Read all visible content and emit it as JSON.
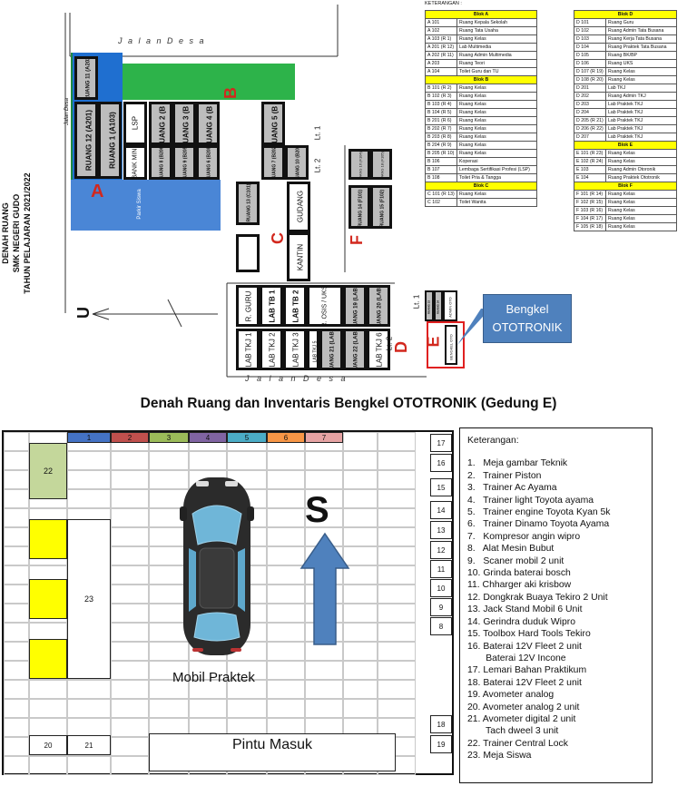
{
  "keterangan_title": "KETERANGAN :",
  "side_title": [
    "DENAH RUANG",
    "SMK NEGERI GUDO",
    "TAHUN PELAJARAN 2021/2022"
  ],
  "street_top": "J a l a n   D e s a",
  "street_left": "Jalan Desa",
  "street_bottom": "J a l a n   D e s a",
  "compass": "U",
  "parkir": "Parkir Siswa",
  "blocks": {
    "A": "A",
    "B": "B",
    "C": "C",
    "D": "D",
    "E": "E",
    "F": "F"
  },
  "rooms": {
    "r11": "RUANG 11 (A202)",
    "r12": "RUANG 12 (A201)",
    "r1": "RUANG 1 (A103)",
    "lsp": "LSP",
    "bank": "BANK MINI",
    "r2": "RUANG 2 (B 101)",
    "r3": "RUANG 3 (B 102)",
    "r4": "RUANG 4 (B 103)",
    "r8": "RUANG 8 (B206)",
    "r9": "RUANG 9 (B205)",
    "r6": "RUANG 6 (B208)",
    "r5": "RUANG 5 (B 104)",
    "r7": "RUANG 7 (B202)",
    "r10": "RUANG 10 (B201)",
    "lt1": "Lt. 1",
    "lt2": "Lt. 2",
    "r13": "RUANG 13 (C101)",
    "gudang": "GUDANG",
    "kantin": "KANTIN",
    "r16": "RUANG 16 (F104)",
    "r18": "RUANG 18 (F105)",
    "r14": "RUANG 14 (F101)",
    "r15": "RUANG 15 (F102)",
    "rguru": "R. GURU",
    "labtb1": "LAB TB 1",
    "labtb2": "LAB TB 2",
    "uks": "R. OSIS / UKS / PASKIB",
    "r19": "RUANG 19 (LAB TKJ 4)",
    "r20": "RUANG 20 (LAB TKJ 4)",
    "labtkj1": "LAB TKJ 1",
    "labtkj2": "LAB TKJ 2",
    "labtkj3": "LAB TKJ 3",
    "r21": "RUANG 21 (LAB TKJ 4)",
    "r22": "RUANG 22 (LAB TKJ 4)",
    "labtkj5": "LAB TKJ 5",
    "labtkj6": "LAB TKJ 6",
    "eroom1": "RUANG 23",
    "eroom2": "RUANG 24",
    "admin_oto": "ADMIN OTO",
    "bengkel_oto": "BENGKEL OTO"
  },
  "callout": [
    "Bengkel",
    "OTOTRONIK"
  ],
  "legend_tables": {
    "left": [
      {
        "h": "Blok A"
      },
      [
        "A 101",
        "Ruang Kepala Sekolah"
      ],
      [
        "A 102",
        "Ruang Tata Usaha"
      ],
      [
        "A 103 (R 1)",
        "Ruang Kelas"
      ],
      [
        "A 201 (R 12)",
        "Lab Multimedia"
      ],
      [
        "A 202 (R 11)",
        "Ruang Admin Multimedia"
      ],
      [
        "A 203",
        "Ruang Teori"
      ],
      [
        "A 104",
        "Toilet Guru dan TU"
      ],
      {
        "h": "Blok B"
      },
      [
        "B 101 (R 2)",
        "Ruang Kelas"
      ],
      [
        "B 102 (R 3)",
        "Ruang Kelas"
      ],
      [
        "B 103 (R 4)",
        "Ruang Kelas"
      ],
      [
        "B 104 (R 5)",
        "Ruang Kelas"
      ],
      [
        "B 201 (R 6)",
        "Ruang Kelas"
      ],
      [
        "B 202 (R 7)",
        "Ruang Kelas"
      ],
      [
        "B 203 (R 8)",
        "Ruang Kelas"
      ],
      [
        "B 204 (R 9)",
        "Ruang Kelas"
      ],
      [
        "B 205 (R 10)",
        "Ruang Kelas"
      ],
      [
        "B 106",
        "Koperasi"
      ],
      [
        "B 107",
        "Lembaga Sertifikasi Profesi (LSP)"
      ],
      [
        "B 108",
        "Toilet Pria & Tangga"
      ],
      {
        "h": "Blok C"
      },
      [
        "C 101 (R 13)",
        "Ruang Kelas"
      ],
      [
        "C 102",
        "Toilet Wanita"
      ]
    ],
    "right": [
      {
        "h": "Blok D"
      },
      [
        "D 101",
        "Ruang Guru"
      ],
      [
        "D 102",
        "Ruang Admin Tata Busana"
      ],
      [
        "D 103",
        "Ruang Kerja Tata Busana"
      ],
      [
        "D 104",
        "Ruang Praktek Tata Busana"
      ],
      [
        "D 105",
        "Ruang BK/BP"
      ],
      [
        "D 106",
        "Ruang UKS"
      ],
      [
        "D 107 (R 19)",
        "Ruang Kelas"
      ],
      [
        "D 108 (R 20)",
        "Ruang Kelas"
      ],
      [
        "D 201",
        "Lab TKJ"
      ],
      [
        "D 202",
        "Ruang Admin TKJ"
      ],
      [
        "D 203",
        "Lab Praktek TKJ"
      ],
      [
        "D 204",
        "Lab Praktek TKJ"
      ],
      [
        "D 205 (R 21)",
        "Lab Praktek TKJ"
      ],
      [
        "D 206 (R 22)",
        "Lab Praktek TKJ"
      ],
      [
        "D 207",
        "Lab Praktek TKJ"
      ],
      {
        "h": "Blok E"
      },
      [
        "E 101 (R 23)",
        "Ruang Kelas"
      ],
      [
        "E 102 (R 24)",
        "Ruang Kelas"
      ],
      [
        "E 103",
        "Ruang Admin Otoronik"
      ],
      [
        "E 104",
        "Ruang Praktek Ototronik"
      ],
      {
        "h": "Blok F"
      },
      [
        "F 101 (R 14)",
        "Ruang Kelas"
      ],
      [
        "F 102 (R 15)",
        "Ruang Kelas"
      ],
      [
        "F 103 (R 16)",
        "Ruang Kelas"
      ],
      [
        "F 104 (R 17)",
        "Ruang Kelas"
      ],
      [
        "F 105 (R 18)",
        "Ruang Kelas"
      ]
    ]
  },
  "section_title": "Denah Ruang dan Inventaris Bengkel OTOTRONIK (Gedung E)",
  "column_headers": [
    "1",
    "2",
    "3",
    "4",
    "5",
    "6",
    "7"
  ],
  "column_colors": [
    "#4472c4",
    "#c0504d",
    "#9bbb59",
    "#8064a2",
    "#4bacc6",
    "#f79646",
    "#e6a3a3"
  ],
  "right_numbers": [
    "17",
    "16",
    "15",
    "14",
    "13",
    "12",
    "11",
    "10",
    "9",
    "8",
    "18",
    "19"
  ],
  "cell_labels": {
    "c22": "22",
    "c23": "23",
    "c20": "20",
    "c21": "21"
  },
  "car_label": "Mobil Praktek",
  "s_label": "S",
  "door_label": "Pintu Masuk",
  "legend_title": "Keterangan:",
  "legend_items": [
    "1.   Meja gambar Teknik",
    "2.   Trainer Piston",
    "3.   Trainer Ac Ayama",
    "4.   Trainer light Toyota ayama",
    "5.   Trainer engine Toyota Kyan 5k",
    "6.   Trainer Dinamo Toyota Ayama",
    "7.   Kompresor angin wipro",
    "8.   Alat Mesin Bubut",
    "9.   Scaner mobil 2 unit",
    "10. Grinda baterai bosch",
    "11. Chharger aki krisbow",
    "12. Dongkrak Buaya Tekiro 2 Unit",
    "13. Jack Stand Mobil 6 Unit",
    "14. Gerindra duduk Wipro",
    "15. Toolbox Hard Tools Tekiro",
    "16. Baterai 12V Fleet 2 unit",
    "       Baterai 12V Incone",
    "17. Lemari Bahan Praktikum",
    "18. Baterai 12V Fleet 2 unit",
    "19. Avometer analog",
    "20. Avometer analog 2 unit",
    "21. Avometer digital 2 unit",
    "       Tach dweel 3 unit",
    "22. Trainer Central Lock",
    "23. Meja Siswa"
  ]
}
